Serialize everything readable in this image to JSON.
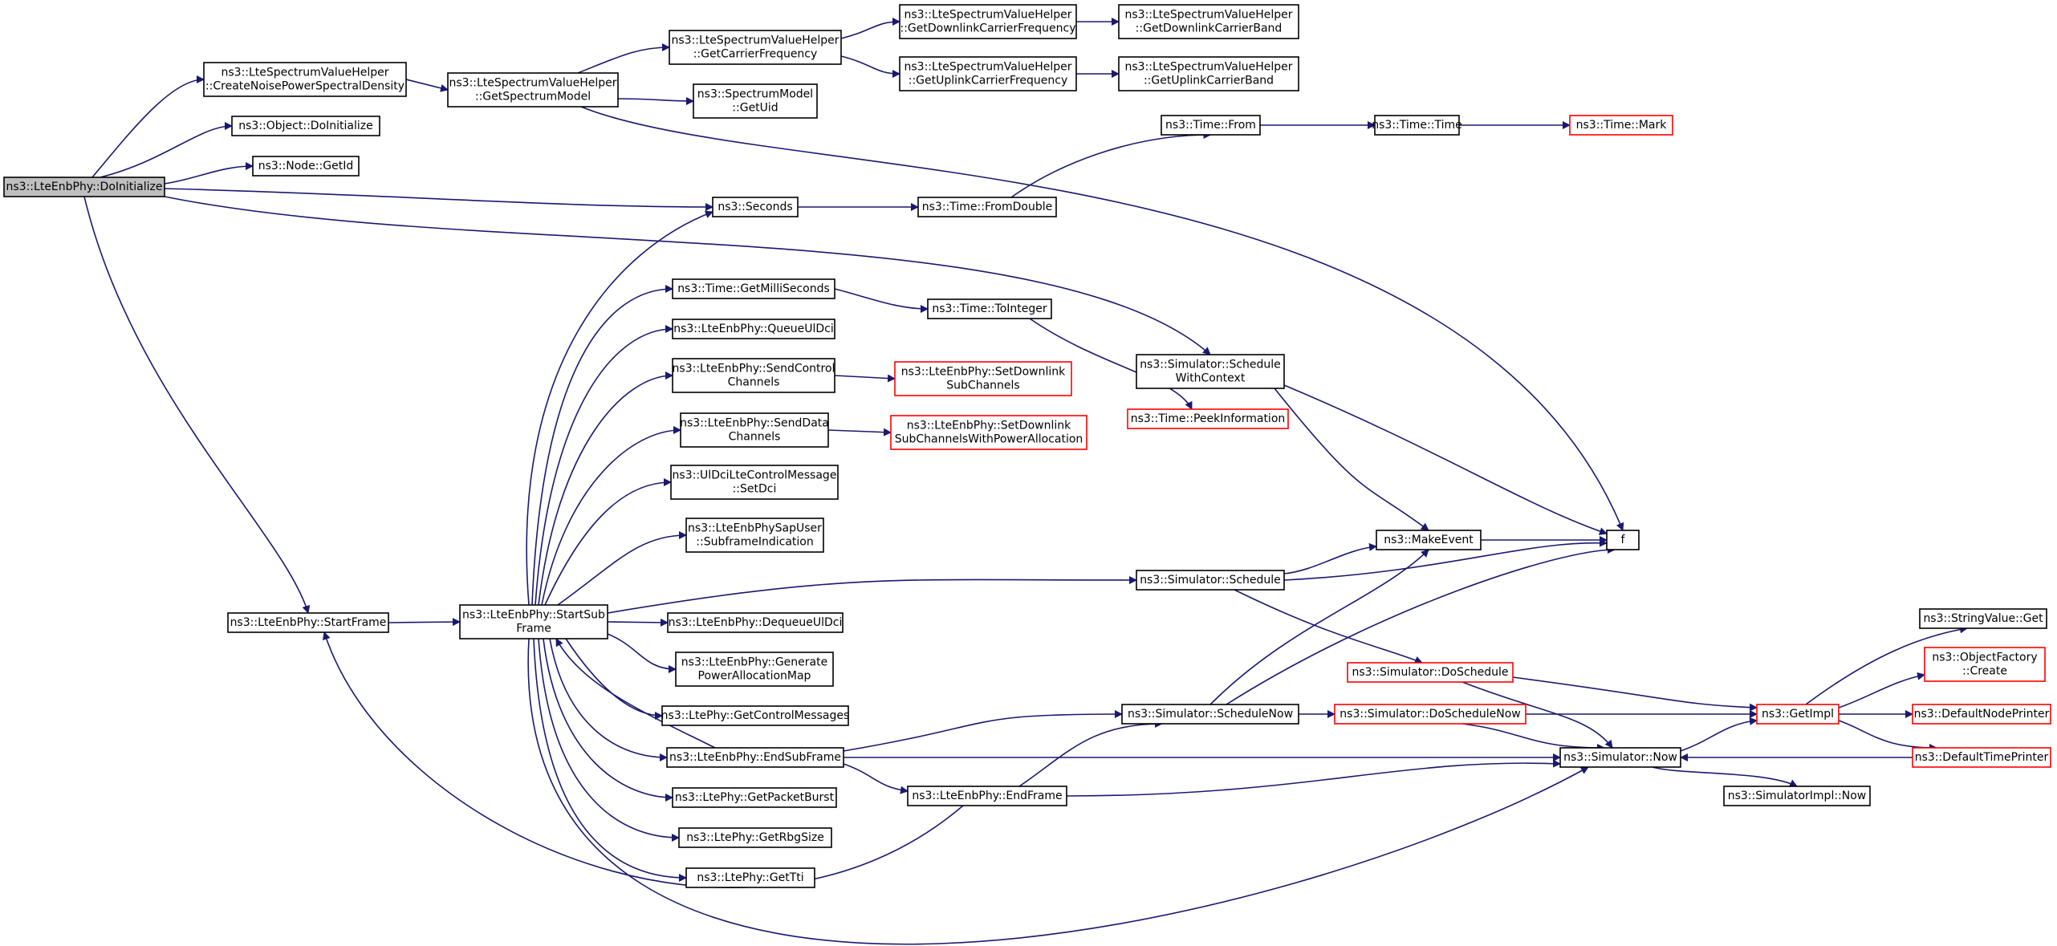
{
  "colors": {
    "edge": "#191970",
    "node_border": "#000000",
    "node_border_truncated": "#ff0000",
    "root_fill": "#bfbfbf"
  },
  "nodes": {
    "n0": {
      "lines": [
        "ns3::LteEnbPhy::DoInitialize"
      ]
    },
    "n1": {
      "lines": [
        "ns3::LteSpectrumValueHelper",
        "::CreateNoisePowerSpectralDensity"
      ]
    },
    "n2": {
      "lines": [
        "ns3::LteSpectrumValueHelper",
        "::GetSpectrumModel"
      ]
    },
    "n3": {
      "lines": [
        "ns3::LteSpectrumValueHelper",
        "::GetCarrierFrequency"
      ]
    },
    "n4": {
      "lines": [
        "ns3::LteSpectrumValueHelper",
        "::GetDownlinkCarrierFrequency"
      ]
    },
    "n5": {
      "lines": [
        "ns3::LteSpectrumValueHelper",
        "::GetDownlinkCarrierBand"
      ]
    },
    "n6": {
      "lines": [
        "ns3::LteSpectrumValueHelper",
        "::GetUplinkCarrierFrequency"
      ]
    },
    "n7": {
      "lines": [
        "ns3::LteSpectrumValueHelper",
        "::GetUplinkCarrierBand"
      ]
    },
    "n8": {
      "lines": [
        "ns3::SpectrumModel",
        "::GetUid"
      ]
    },
    "n9": {
      "lines": [
        "ns3::Object::DoInitialize"
      ]
    },
    "n10": {
      "lines": [
        "ns3::Node::GetId"
      ]
    },
    "n11": {
      "lines": [
        "ns3::Seconds"
      ]
    },
    "n12": {
      "lines": [
        "ns3::Time::FromDouble"
      ]
    },
    "n13": {
      "lines": [
        "ns3::Time::From"
      ]
    },
    "n14": {
      "lines": [
        "ns3::Time::Time"
      ]
    },
    "n15": {
      "lines": [
        "ns3::Time::Mark"
      ]
    },
    "n16": {
      "lines": [
        "f"
      ]
    },
    "n17": {
      "lines": [
        "ns3::Time::GetMilliSeconds"
      ]
    },
    "n18": {
      "lines": [
        "ns3::Time::ToInteger"
      ]
    },
    "n19": {
      "lines": [
        "ns3::LteEnbPhy::QueueUlDci"
      ]
    },
    "n20": {
      "lines": [
        "ns3::LteEnbPhy::SendControl",
        "Channels"
      ]
    },
    "n21": {
      "lines": [
        "ns3::LteEnbPhy::SetDownlink",
        "SubChannels"
      ]
    },
    "n22": {
      "lines": [
        "ns3::LteEnbPhy::SendData",
        "Channels"
      ]
    },
    "n23": {
      "lines": [
        "ns3::LteEnbPhy::SetDownlink",
        "SubChannelsWithPowerAllocation"
      ]
    },
    "n24": {
      "lines": [
        "ns3::Simulator::Schedule",
        "WithContext"
      ]
    },
    "n25": {
      "lines": [
        "ns3::Time::PeekInformation"
      ]
    },
    "n26": {
      "lines": [
        "ns3::UlDciLteControlMessage",
        "::SetDci"
      ]
    },
    "n27": {
      "lines": [
        "ns3::LteEnbPhySapUser",
        "::SubframeIndication"
      ]
    },
    "n28": {
      "lines": [
        "ns3::MakeEvent"
      ]
    },
    "n29": {
      "lines": [
        "ns3::Simulator::Schedule"
      ]
    },
    "n30": {
      "lines": [
        "ns3::LteEnbPhy::StartFrame"
      ]
    },
    "n31": {
      "lines": [
        "ns3::LteEnbPhy::StartSub",
        "Frame"
      ]
    },
    "n32": {
      "lines": [
        "ns3::LteEnbPhy::DequeueUlDci"
      ]
    },
    "n33": {
      "lines": [
        "ns3::LteEnbPhy::Generate",
        "PowerAllocationMap"
      ]
    },
    "n34": {
      "lines": [
        "ns3::Simulator::DoSchedule"
      ]
    },
    "n35": {
      "lines": [
        "ns3::StringValue::Get"
      ]
    },
    "n36": {
      "lines": [
        "ns3::ObjectFactory",
        "::Create"
      ]
    },
    "n37": {
      "lines": [
        "ns3::LtePhy::GetControlMessages"
      ]
    },
    "n38": {
      "lines": [
        "ns3::Simulator::ScheduleNow"
      ]
    },
    "n39": {
      "lines": [
        "ns3::Simulator::DoScheduleNow"
      ]
    },
    "n40": {
      "lines": [
        "ns3::GetImpl"
      ]
    },
    "n41": {
      "lines": [
        "ns3::DefaultNodePrinter"
      ]
    },
    "n42": {
      "lines": [
        "ns3::LteEnbPhy::EndSubFrame"
      ]
    },
    "n43": {
      "lines": [
        "ns3::Simulator::Now"
      ]
    },
    "n44": {
      "lines": [
        "ns3::DefaultTimePrinter"
      ]
    },
    "n45": {
      "lines": [
        "ns3::LteEnbPhy::EndFrame"
      ]
    },
    "n46": {
      "lines": [
        "ns3::LtePhy::GetPacketBurst"
      ]
    },
    "n47": {
      "lines": [
        "ns3::SimulatorImpl::Now"
      ]
    },
    "n48": {
      "lines": [
        "ns3::LtePhy::GetRbgSize"
      ]
    },
    "n49": {
      "lines": [
        "ns3::LtePhy::GetTti"
      ]
    }
  }
}
